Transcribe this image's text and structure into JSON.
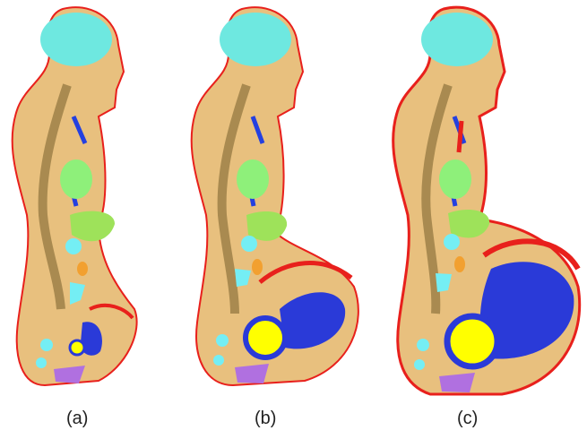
{
  "panels": [
    {
      "caption": "(a)"
    },
    {
      "caption": "(b)"
    },
    {
      "caption": "(c)"
    }
  ],
  "colors": {
    "background": "#ffffff",
    "skin_outline": "#e8201c",
    "body_tissue": "#e8c07e",
    "bone_dark": "#a98a50",
    "brain": "#6ee8e0",
    "lung": "#8ef07a",
    "liver": "#9ee25a",
    "kidney": "#74eef4",
    "spleen": "#f2a030",
    "blood_vessels": "#2440e0",
    "fetus": "#2a3ad8",
    "fetal_head": "#ffff00",
    "bladder": "#b070e0",
    "uterus_wall": "#e8201c"
  }
}
